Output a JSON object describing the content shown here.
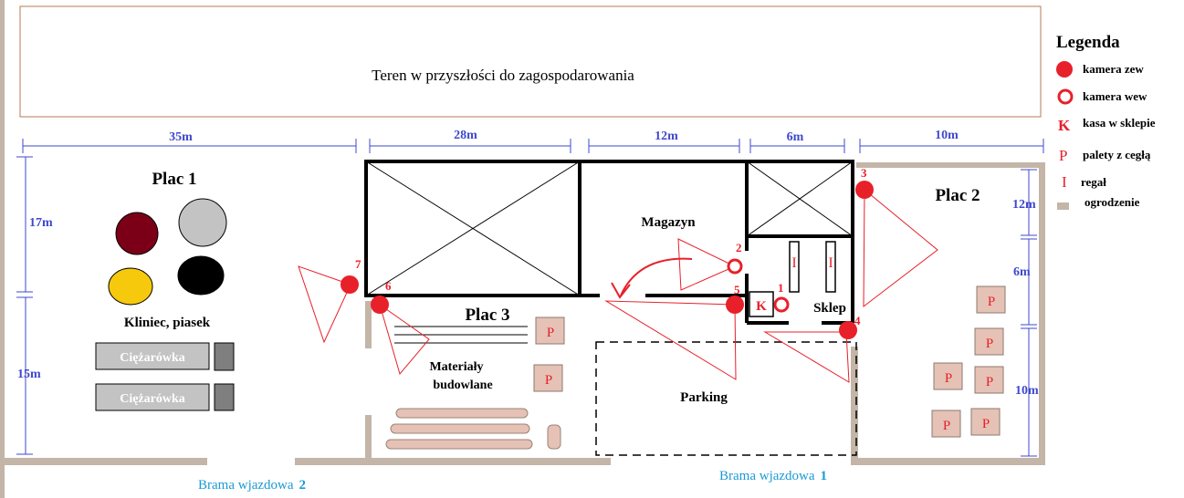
{
  "future_area": {
    "label": "Teren w przyszłości do zagospodarowania"
  },
  "dimensions": {
    "top": [
      "35m",
      "28m",
      "12m",
      "6m",
      "10m"
    ],
    "left": [
      "17m",
      "15m"
    ],
    "right": [
      "12m",
      "6m",
      "10m"
    ]
  },
  "plac1": {
    "title": "Plac 1",
    "material_label": "Kliniec, piasek",
    "trucks": [
      "Ciężarówka",
      "Ciężarówka"
    ],
    "pile_colors": [
      "#7b0017",
      "#c3c3c3",
      "#f7c90c",
      "#000000"
    ]
  },
  "plac2": {
    "title": "Plac 2"
  },
  "plac3": {
    "title": "Plac 3",
    "materials_label_line1": "Materiały",
    "materials_label_line2": "budowlane"
  },
  "magazyn": {
    "label": "Magazyn"
  },
  "sklep": {
    "label": "Sklep",
    "cash_symbol": "K"
  },
  "parking": {
    "label": "Parking"
  },
  "pallet_symbol": "P",
  "shelf_symbol": "I",
  "cameras": {
    "external": [
      "3",
      "4",
      "5",
      "6",
      "7"
    ],
    "internal": [
      "1",
      "2"
    ]
  },
  "gates": {
    "gate1": {
      "label": "Brama wjazdowa",
      "number": "1"
    },
    "gate2": {
      "label": "Brama wjazdowa",
      "number": "2"
    }
  },
  "legend": {
    "title": "Legenda",
    "items": [
      {
        "icon": "filled-red-circle-icon",
        "label": "kamera zew"
      },
      {
        "icon": "hollow-red-circle-icon",
        "label": "kamera wew"
      },
      {
        "icon": "letter-K-icon",
        "symbol": "K",
        "label": "kasa w sklepie"
      },
      {
        "icon": "letter-P-icon",
        "symbol": "P",
        "label": "palety z cegłą"
      },
      {
        "icon": "letter-I-icon",
        "symbol": "I",
        "label": "regał"
      },
      {
        "icon": "fence-swatch-icon",
        "label": "ogrodzenie"
      }
    ]
  },
  "colors": {
    "camera": "#e8202a",
    "dimension": "#3f48cc",
    "fence": "#c3b5a8",
    "pallet": "#e5c2b5",
    "gate_text": "#1a9ad6",
    "border": "#b97a57"
  }
}
